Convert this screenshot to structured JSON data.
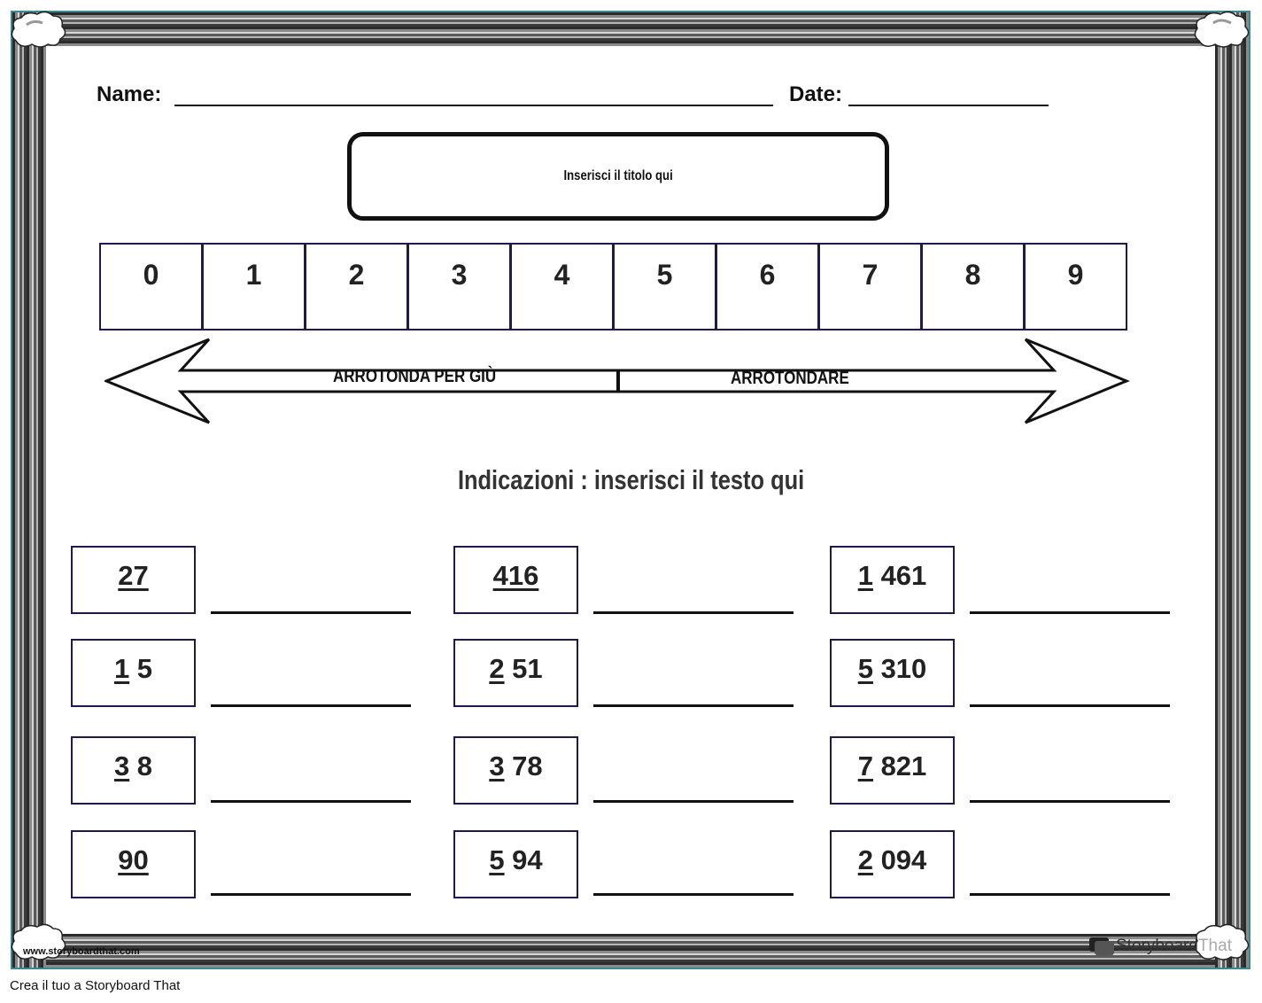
{
  "worksheet": {
    "name_label": "Name:",
    "date_label": "Date:",
    "title_placeholder": "Inserisci il titolo qui",
    "digits": [
      "0",
      "1",
      "2",
      "3",
      "4",
      "5",
      "6",
      "7",
      "8",
      "9"
    ],
    "round_down_label": "ARROTONDA PER GIÙ",
    "round_up_label": "ARROTONDARE",
    "directions": "Indicazioni : inserisci il testo qui",
    "problems": [
      {
        "u": "27",
        "rest": ""
      },
      {
        "u": "416",
        "rest": ""
      },
      {
        "u": "1",
        "rest": " 461"
      },
      {
        "u": "1",
        "rest": " 5"
      },
      {
        "u": "2",
        "rest": " 51"
      },
      {
        "u": "5",
        "rest": " 310"
      },
      {
        "u": "3",
        "rest": " 8"
      },
      {
        "u": "3",
        "rest": " 78"
      },
      {
        "u": "7",
        "rest": " 821"
      },
      {
        "u": "90",
        "rest": ""
      },
      {
        "u": "5",
        "rest": " 94"
      },
      {
        "u": "2",
        "rest": " 094"
      }
    ],
    "site_url": "www.storyboardthat.com",
    "brand_left": "Storyboard",
    "brand_right": "That"
  },
  "footer": {
    "text": "Crea il tuo a Storyboard That"
  },
  "colors": {
    "frame_teal": "#3b8a93",
    "box_border": "#1e1b4b"
  }
}
